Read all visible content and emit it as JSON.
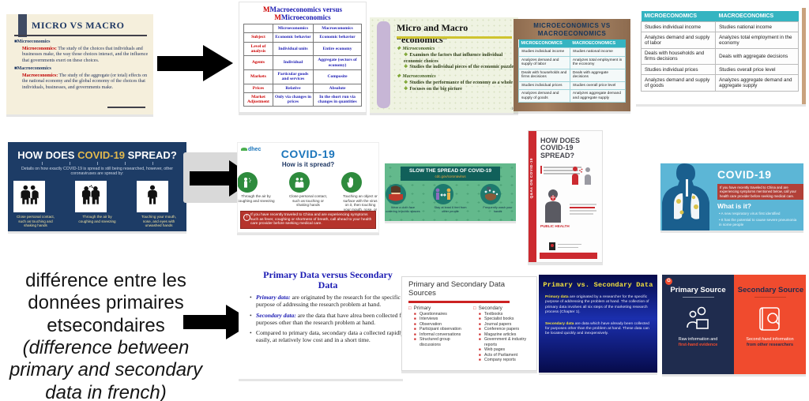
{
  "micro_vs_macro": {
    "title": "MICRO VS MACRO",
    "bullet1": "Microeconomics",
    "sub1_head": "Microeconomics:",
    "sub1_body": "The study of the choices that individuals and businesses make, the way those choices interact, and the influence that governments exert on these choices.",
    "bullet2": "Macroeconomics",
    "sub2_head": "Macroeconomics:",
    "sub2_body": "The study of the aggregate (or total) effects on the national economy and the global economy of the choices that individuals, businesses, and governments make."
  },
  "macro_versus_micro": {
    "title_1": "Macroeconomics versus ",
    "title_2": "Microeconomics",
    "col_micro": "Microeconomics",
    "col_macro": "Macroeconomics",
    "rows": [
      {
        "label": "Subject",
        "micro": "Economic behavior",
        "macro": "Economic behavior"
      },
      {
        "label": "Level of analysis",
        "micro": "Individual units",
        "macro": "Entire economy"
      },
      {
        "label": "Agents",
        "micro": "Individual",
        "macro": "Aggregate (sectors of economy)"
      },
      {
        "label": "Markets",
        "micro": "Particular goods and services",
        "macro": "Composite"
      },
      {
        "label": "Prices",
        "micro": "Relative",
        "macro": "Absolute"
      },
      {
        "label": "Market Adjustment",
        "micro": "Only via changes in prices",
        "macro": "In the short run via changes in quantities"
      }
    ]
  },
  "micro_macro_economics": {
    "title": "Micro and Macro “economics”",
    "sect1": "Microeconomics",
    "sect1_items": [
      "Examines the factors that influence individual economic choices",
      "Studies the individual pieces of the economic puzzle"
    ],
    "sect2": "Macroeconomics",
    "sect2_items": [
      "Studies the performance of the economy as a whole",
      "Focuses on the big picture"
    ],
    "page_number": "16"
  },
  "wood_table": {
    "title": "MICROECONOMICS VS MACROECONOMICS",
    "col_micro": "MICROECONOMICS",
    "col_macro": "MACROECONOMICS",
    "rows": [
      {
        "micro": "Studies individual income",
        "macro": "Studies national income"
      },
      {
        "micro": "Analyzes demand and supply of labor",
        "macro": "Analyzes total employment in the economy"
      },
      {
        "micro": "Deals with households and firms decisions",
        "macro": "Deals with aggregate decisions"
      },
      {
        "micro": "Studies individual prices",
        "macro": "Studies overall price level"
      },
      {
        "micro": "Analyzes demand and supply of goods",
        "macro": "Analyzes aggregate demand and aggregate supply"
      }
    ]
  },
  "covid_navy": {
    "title_1": "HOW DOES ",
    "title_acc": "COVID-19",
    "title_2": " SPREAD?",
    "subtitle": "Details on how exactly COVID-19 is spread is still being researched, however, other coronaviruses are spread by:",
    "captions": [
      "Close personal contact, such as touching and shaking hands",
      "Through the air by coughing and sneezing",
      "Touching your mouth, nose, and eyes with unwashed hands"
    ]
  },
  "covid_dhec": {
    "logo_text": "dhec",
    "title": "COVID-19",
    "subtitle": "How is it spread?",
    "captions": [
      "Through the air by coughing and sneezing",
      "Close personal contact, such as touching or shaking hands",
      "Touching an object or surface with the virus on it, then touching your mouth, nose, or eyes"
    ],
    "banner": "If you have recently traveled to China and are experiencing symptoms such as fever, coughing or shortness of breath, call ahead to your health care provider before seeking medical care.",
    "banner_icon": "!"
  },
  "slow_spread": {
    "title": "SLOW THE SPREAD OF COVID-19",
    "subtitle": "cdc.gov/coronavirus",
    "captions": [
      "Wear a cloth face covering in public spaces",
      "Stay at least 6 feet from other people",
      "Frequently wash your hands"
    ]
  },
  "poster": {
    "vertical_text": "Q&As ON COVID-19",
    "title": "HOW DOES COVID-19 SPREAD?",
    "accent_text": "PUBLIC HEALTH"
  },
  "covid_whatisit": {
    "title": "COVID-19",
    "alert": "If you have recently traveled to China and are experiencing symptoms mentioned below, call your health care provider before seeking medical care.",
    "heading": "What is it?",
    "bullets": [
      "A new respiratory virus first identified",
      "It has the potential to cause severe pneumonia in some people"
    ]
  },
  "query": {
    "main": "différence entre les données primaires etsecondaires",
    "translation": "(difference between primary and secondary data in french)"
  },
  "primary_vs_secondary": {
    "title": "Primary Data versus Secondary Data",
    "b1_head": "Primary data:",
    "b1_body": "are originated by the research for the specific purpose of addressing the research problem at hand.",
    "b2_head": "Secondary data:",
    "b2_body": "are the data that have alrea been collected for purposes other than the research problem at hand.",
    "b3_body": "Compared to primary data, secondary data a collected rapidly and easily, at relatively low cost and in a short time."
  },
  "data_sources": {
    "title": "Primary and Secondary Data Sources",
    "primary_head": "Primary",
    "primary_items": [
      "Questionnaires",
      "Interviews",
      "Observation",
      "Participant observation",
      "Informal conversations",
      "Structured group discussions"
    ],
    "secondary_head": "Secondary",
    "secondary_items": [
      "Textbooks",
      "Specialist books",
      "Journal papers",
      "Conference papers",
      "Magazine articles",
      "Government & industry reports",
      "Web pages",
      "Acts of Parliament",
      "Company reports"
    ]
  },
  "primary_vs_secondary_dark": {
    "title": "Primary vs. Secondary Data",
    "p1_head": "Primary data",
    "p1_body": " are originated by a researcher for the specific purpose of addressing the problem at hand. The collection of primary data involves all six steps of the marketing research process (Chapter 1).",
    "p2_head": "Secondary data",
    "p2_body": " are data which have already been collected for purposes other than the problem at hand. These data can be located quickly and inexpensively."
  },
  "source_split": {
    "badge": "G",
    "left_title": "Primary Source",
    "left_cap1": "Raw information and",
    "left_cap2": "first-hand evidence",
    "right_title": "Secondary Source",
    "right_cap1": "Second-hand information",
    "right_cap2": "from other researchers"
  }
}
